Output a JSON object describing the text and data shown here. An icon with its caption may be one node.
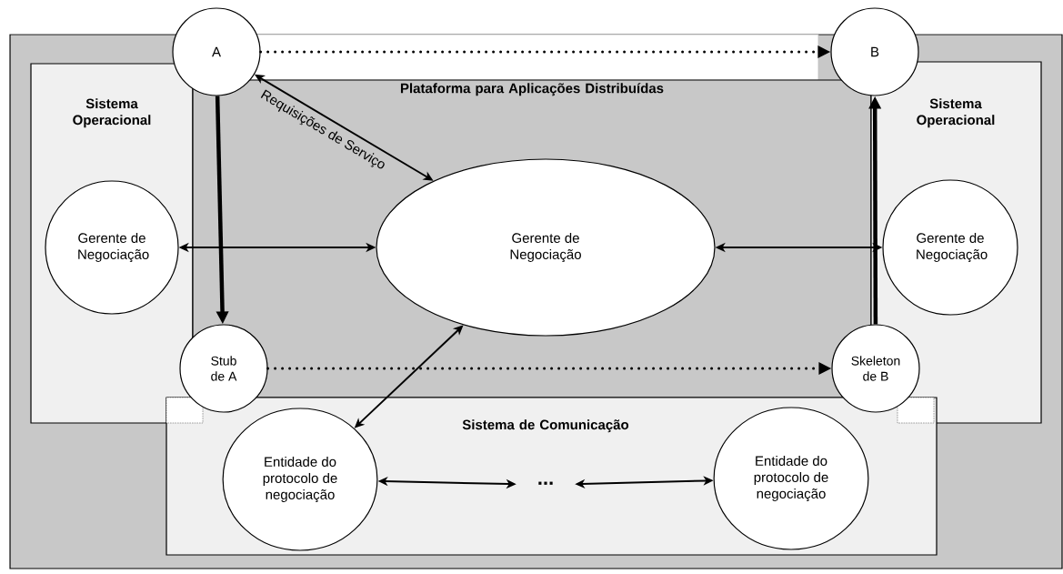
{
  "diagram": {
    "nodes": [
      {
        "text": [
          "A"
        ]
      },
      {
        "text": [
          "B"
        ]
      },
      {
        "text": [
          "Sistema Operacional"
        ]
      },
      {
        "text": [
          "Plataforma para Aplicações Distribuídas"
        ]
      },
      {
        "text": [
          "Sistema Operacional"
        ]
      },
      {
        "text": [
          "Gerente de Negociação"
        ],
        "in": 2
      },
      {
        "text": [
          "Gerente de Negociação"
        ],
        "in": 3
      },
      {
        "text": [
          "Gerente de Negociação"
        ],
        "in": 4
      },
      {
        "text": [
          "Stub de A"
        ]
      },
      {
        "text": [
          "Skeleton de B"
        ]
      },
      {
        "text": [
          "Sistema de Comunicação"
        ]
      },
      {
        "text": [
          "Entidade do protocolo de negociação"
        ],
        "in": 10
      },
      {
        "text": [
          "..."
        ],
        "in": 10
      },
      {
        "text": [
          "Entidade do protocolo de negociação"
        ],
        "in": 10
      }
    ],
    "edges": [
      {
        "from": 0,
        "to": 1,
        "arrow": "to",
        "style": "dashed"
      },
      {
        "from": 0,
        "to": 8,
        "arrow": "to",
        "style": "thick"
      },
      {
        "from": 0,
        "to": 6,
        "arrow": "both",
        "label": "Requisições de Serviço"
      },
      {
        "from": 5,
        "to": 6,
        "arrow": "both"
      },
      {
        "from": 6,
        "to": 7,
        "arrow": "both"
      },
      {
        "from": 8,
        "to": 9,
        "arrow": "to",
        "style": "dashed"
      },
      {
        "from": 9,
        "to": 1,
        "arrow": "to",
        "style": "thick"
      },
      {
        "from": 6,
        "to": 11,
        "arrow": "both"
      },
      {
        "from": 11,
        "to": 12,
        "arrow": "both"
      },
      {
        "from": 12,
        "to": 13,
        "arrow": "both"
      }
    ]
  }
}
